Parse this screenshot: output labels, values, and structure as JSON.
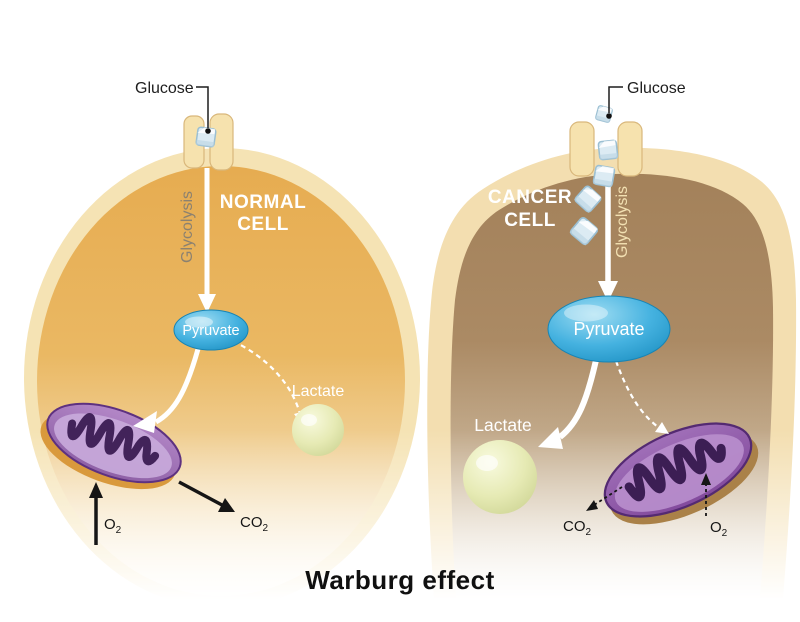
{
  "title": "Warburg effect",
  "colors": {
    "background": "#ffffff",
    "normal_cell_fill": "#e8b057",
    "normal_membrane": "#f5e3b4",
    "cancer_cell_fill": "#aa8962",
    "cancer_membrane": "#f3deb0",
    "channel_fill": "#f6e2ae",
    "glucose_cube": "#dcebf3",
    "pyruvate_blue": "#45b2e0",
    "lactate_green": "#e6eab4",
    "mitochondria_purple": "#8d5fa5",
    "cristae_dark": "#42235a",
    "mito_base_ochre": "#d9993c",
    "arrow_white": "#ffffff",
    "arrow_black": "#151515"
  },
  "normal_cell": {
    "label_line1": "NORMAL",
    "label_line2": "CELL",
    "glucose": "Glucose",
    "glycolysis": "Glycolysis",
    "pyruvate": "Pyruvate",
    "lactate": "Lactate",
    "o2": {
      "base": "O",
      "sub": "2"
    },
    "co2": {
      "base": "CO",
      "sub": "2"
    }
  },
  "cancer_cell": {
    "label_line1": "CANCER",
    "label_line2": "CELL",
    "glucose": "Glucose",
    "glycolysis": "Glycolysis",
    "pyruvate": "Pyruvate",
    "lactate": "Lactate",
    "o2": {
      "base": "O",
      "sub": "2"
    },
    "co2": {
      "base": "CO",
      "sub": "2"
    }
  }
}
